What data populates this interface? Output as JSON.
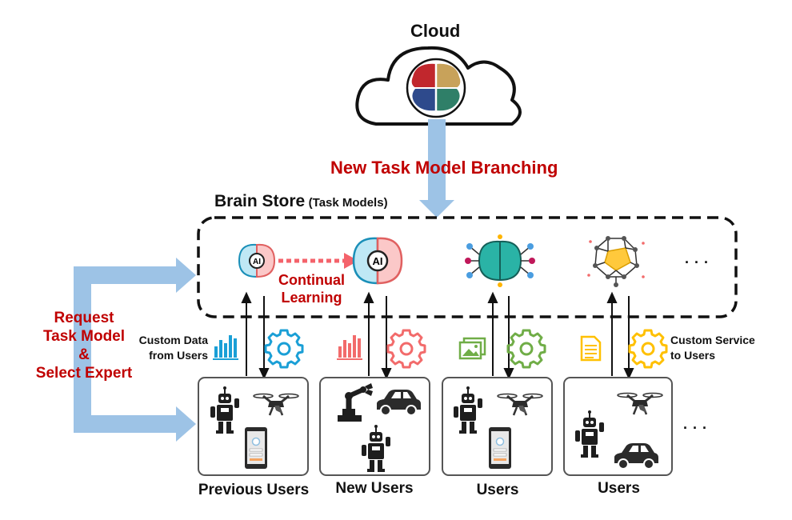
{
  "cloud": {
    "title": "Cloud"
  },
  "branching_label": "New Task Model Branching",
  "brain_store": {
    "title": "Brain Store",
    "subtitle": "(Task Models)"
  },
  "continual_learning": {
    "line1": "Continual",
    "line2": "Learning"
  },
  "request": {
    "line1": "Request",
    "line2": "Task Model",
    "line3": "&",
    "line4": "Select Expert"
  },
  "custom_data": {
    "line1": "Custom Data",
    "line2": "from Users"
  },
  "custom_service": {
    "line1": "Custom Service",
    "line2": "to Users"
  },
  "ai_badge": "AI",
  "ellipsis": ". . .",
  "groups": [
    {
      "label": "Previous Users"
    },
    {
      "label": "New Users"
    },
    {
      "label": "Users"
    },
    {
      "label": "Users"
    }
  ],
  "icons": {
    "cloud": "cloud-icon",
    "brain": "brain-icon",
    "ai_brain": "ai-brain-icon",
    "network_brain": "network-brain-icon",
    "chart": "bar-chart-icon",
    "gear": "gear-icon",
    "image": "image-icon",
    "document": "document-icon",
    "robot": "robot-icon",
    "drone": "drone-icon",
    "phone": "phone-icon",
    "car": "car-icon",
    "robot_arm": "robot-arm-icon"
  },
  "colors": {
    "red_text": "#c00000",
    "blue_arrow": "#9dc3e6",
    "continual_arrow": "#f4636b",
    "chart_blue": "#1a9fd6",
    "chart_red": "#f26b6b",
    "image_green": "#70ad47",
    "doc_yellow": "#ffc000",
    "gear_blue": "#1a9fd6",
    "gear_red": "#f26b6b",
    "gear_green": "#70ad47",
    "gear_yellow": "#ffc000"
  }
}
